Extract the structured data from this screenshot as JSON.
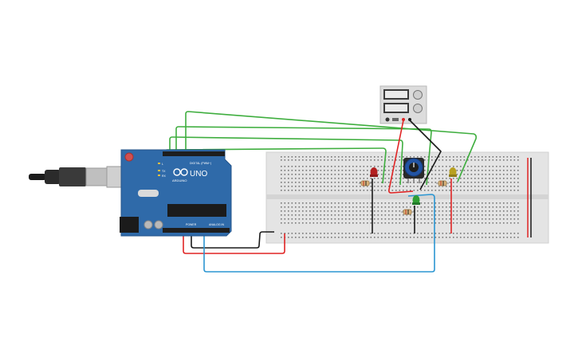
{
  "arduino": {
    "logo_text": "UNO",
    "brand_text": "ARDUINO",
    "digital_header_label": "DIGITAL (PWM~)",
    "power_header_label": "POWER",
    "analog_header_label": "ANALOG IN",
    "tx_label": "TX",
    "rx_label": "RX",
    "l_label": "L"
  },
  "colors": {
    "board": "#2f6aa9",
    "breadboard": "#e4e4e4",
    "wire_green": "#3fae3f",
    "wire_red": "#e02424",
    "wire_black": "#1a1a1a",
    "wire_blue": "#2c96d2",
    "led_red": "#b32020",
    "led_yellow": "#b8a020",
    "led_green": "#2f9e33"
  }
}
